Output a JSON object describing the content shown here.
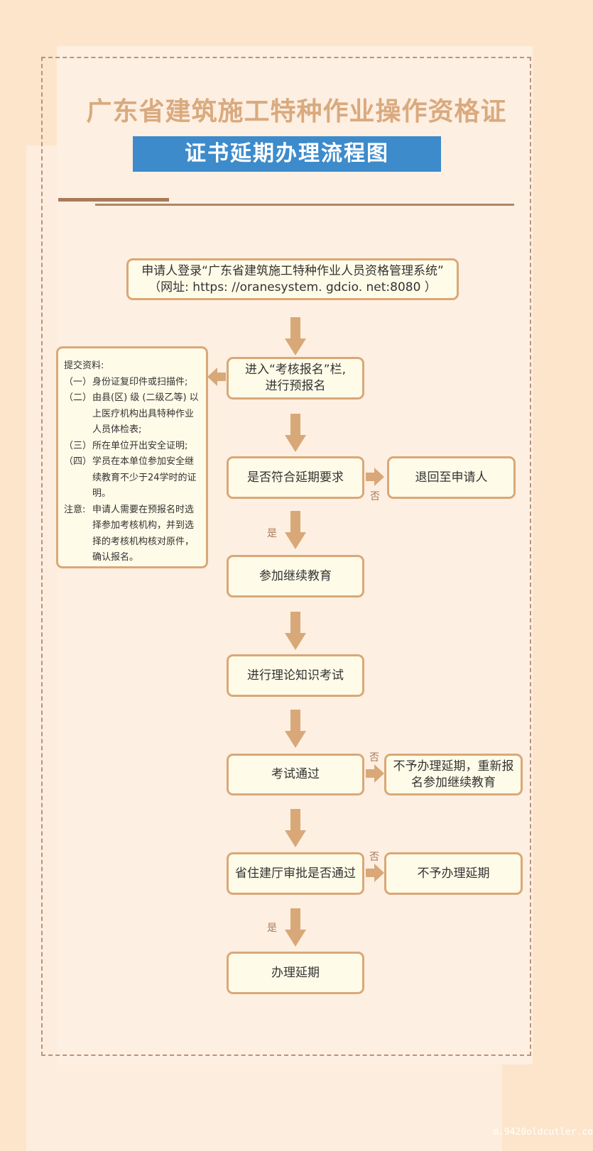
{
  "header": {
    "title": "广东省建筑施工特种作业操作资格证",
    "subtitle": "证书延期办理流程图"
  },
  "flow": {
    "login": {
      "line1": "申请人登录“广东省建筑施工特种作业人员资格管理系统”",
      "line2": "（网址: https: //oranesystem. gdcio. net:8080 ）"
    },
    "step_enter": {
      "line1": "进入“考核报名”栏,",
      "line2": "进行预报名"
    },
    "check_requirement": "是否符合延期要求",
    "return_applicant": "退回至申请人",
    "continue_education": "参加继续教育",
    "theory_exam": "进行理论知识考试",
    "exam_passed": "考试通过",
    "exam_fail_result": {
      "line1": "不予办理延期，重新报",
      "line2": "名参加继续教育"
    },
    "approval": "省住建厅审批是否通过",
    "approval_fail_result": "不予办理延期",
    "extend": "办理延期",
    "yes_label": "是",
    "no_label": "否"
  },
  "materials": {
    "heading": "提交资料:",
    "items": [
      {
        "key": "（一）",
        "text": "身份证复印件或扫描件;"
      },
      {
        "key": "（二）",
        "text": "由县(区) 级 (二级乙等) 以上医疗机构出具特种作业人员体检表;"
      },
      {
        "key": "（三）",
        "text": "所在单位开出安全证明;"
      },
      {
        "key": "（四）",
        "text": "学员在本单位参加安全继续教育不少于24学时的证明。"
      }
    ],
    "note_key": "注意:",
    "note": "申请人需要在预报名时选择参加考核机构，并到选择的考核机构核对原件，确认报名。"
  },
  "watermark": "m.9420oldcutler.co",
  "colors": {
    "background": "#fce5cb",
    "accent": "#d9a878",
    "banner": "#3d8bcb",
    "title": "#d9aa7e"
  }
}
